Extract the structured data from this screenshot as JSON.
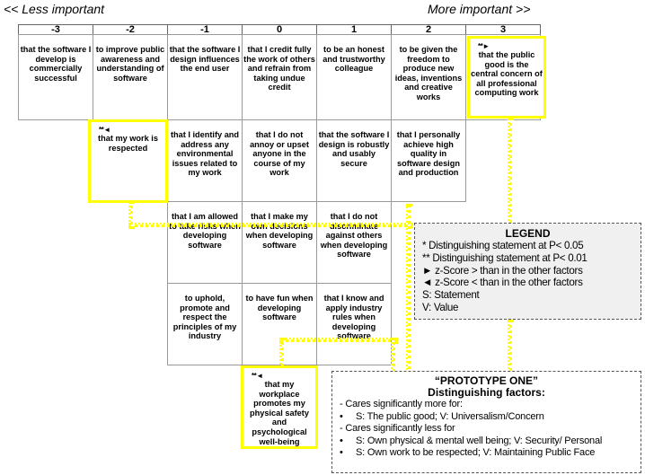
{
  "header": {
    "left": "<< Less important",
    "right": "More important >>"
  },
  "columns": [
    "-3",
    "-2",
    "-1",
    "0",
    "1",
    "2",
    "3"
  ],
  "cells": {
    "c_m3_r1": "that the software I develop is commercially successful",
    "c_m2_r1": "to improve public awareness and understanding of software",
    "c_m1_r1": "that the software I design influences the end user",
    "c_0_r1": "that I credit fully the work of others and refrain from taking undue credit",
    "c_1_r1": "to be an honest and trustworthy colleague",
    "c_2_r1": "to be given the freedom to produce new ideas, inventions and creative works",
    "c_3_r1": "that the public good is the central concern of all professional computing work",
    "c_m2_r2": "that my work is respected",
    "c_m1_r2": "that I identify and address any environmental issues related to my work",
    "c_0_r2": "that I do not annoy or upset anyone in the course of my work",
    "c_1_r2": "that the software I design is robustly and usably secure",
    "c_2_r2": "that I personally achieve high quality in software design and production",
    "c_m1_r3": "that I am allowed to take risks when developing software",
    "c_0_r3": "that I make my own decisions when developing software",
    "c_1_r3": "that I do not discriminate against others when developing software",
    "c_m1_r4": "to uphold, promote and respect the principles of my industry",
    "c_0_r4": "to have fun when developing software",
    "c_1_r4": "that I know and apply industry rules when developing software",
    "c_0_r5": "that my workplace promotes my physical safety and psychological well-being"
  },
  "marks": {
    "c_3_r1": "**►",
    "c_m2_r2": "**◄",
    "c_0_r5": "**◄"
  },
  "legend": {
    "title": "LEGEND",
    "lines": [
      "*  Distinguishing statement at P< 0.05",
      "** Distinguishing statement at P< 0.01",
      "► z-Score > than in the other factors",
      "◄ z-Score < than in the other factors",
      "S: Statement",
      "V: Value"
    ]
  },
  "prototype": {
    "title": "“PROTOTYPE ONE”",
    "subtitle": "Distinguishing  factors:",
    "line1": "- Cares significantly more for:",
    "bullet1": "S: The public good; V: Universalism/Concern",
    "line2": "- Cares significantly less for",
    "bullet2": "S: Own physical & mental well being; V: Security/ Personal",
    "bullet3": "S: Own work to be respected; V: Maintaining Public Face",
    "bullet_symbol": "•"
  },
  "colors": {
    "highlight": "#ffff00",
    "legend_bg": "#f0f0f0"
  }
}
